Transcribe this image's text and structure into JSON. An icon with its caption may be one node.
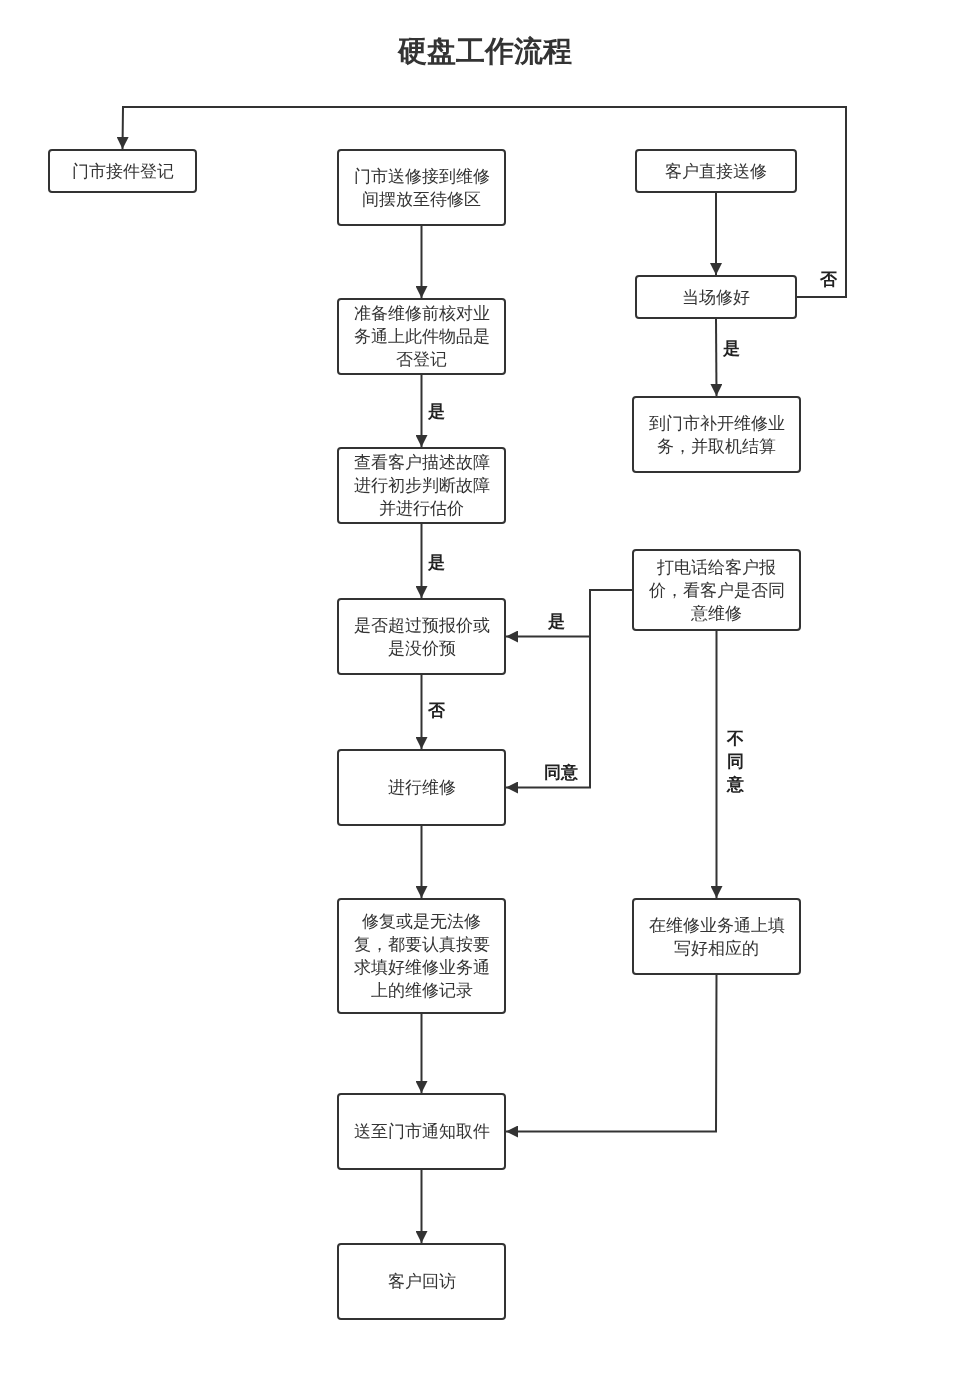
{
  "diagram": {
    "title": "硬盘工作流程",
    "nodes": [
      {
        "text": [
          "门市接件登记"
        ]
      },
      {
        "text": [
          "门市送修接到维修间摆放至待修区"
        ]
      },
      {
        "text": [
          "客户直接送修"
        ]
      },
      {
        "text": [
          "准备维修前核对业务通上此件物品是否登记"
        ]
      },
      {
        "text": [
          "当场修好"
        ]
      },
      {
        "text": [
          "查看客户描述故障进行初步判断故障并进行估价"
        ]
      },
      {
        "text": [
          "到门市补开维修业务，并取机结算"
        ]
      },
      {
        "text": [
          "打电话给客户报价，看客户是否同意维修"
        ]
      },
      {
        "text": [
          "是否超过预报价或是没价预"
        ]
      },
      {
        "text": [
          "进行维修"
        ]
      },
      {
        "text": [
          "修复或是无法修复，都要认真按要求填好维修业务通上的维修记录"
        ]
      },
      {
        "text": [
          "在维修业务通上填写好相应的"
        ]
      },
      {
        "text": [
          "送至门市通知取件"
        ]
      },
      {
        "text": [
          "客户回访"
        ]
      }
    ],
    "edges": [
      {
        "from": 1,
        "to": 3,
        "arrow": "to"
      },
      {
        "from": 3,
        "to": 5,
        "arrow": "to",
        "label": "是"
      },
      {
        "from": 5,
        "to": 8,
        "arrow": "to",
        "label": "是"
      },
      {
        "from": 8,
        "to": 9,
        "arrow": "to",
        "label": "否"
      },
      {
        "from": 9,
        "to": 10,
        "arrow": "to"
      },
      {
        "from": 10,
        "to": 12,
        "arrow": "to"
      },
      {
        "from": 12,
        "to": 13,
        "arrow": "to"
      },
      {
        "from": 2,
        "to": 4,
        "arrow": "to"
      },
      {
        "from": 4,
        "to": 6,
        "arrow": "to",
        "label": "是"
      },
      {
        "from": 4,
        "to": 0,
        "arrow": "to",
        "label": "否"
      },
      {
        "from": 7,
        "to": 8,
        "arrow": "to",
        "label": "是"
      },
      {
        "from": 7,
        "to": 9,
        "arrow": "to",
        "label": "同意"
      },
      {
        "from": 7,
        "to": 11,
        "arrow": "to",
        "label": "不同意"
      },
      {
        "from": 11,
        "to": 12,
        "arrow": "to"
      }
    ]
  }
}
